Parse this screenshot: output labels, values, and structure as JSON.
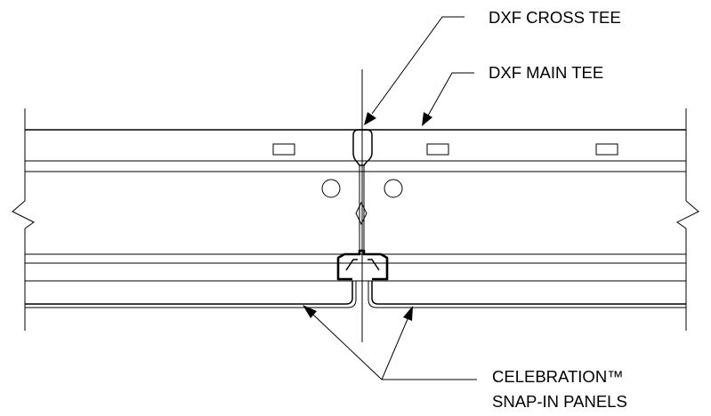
{
  "labels": {
    "cross_tee": "DXF CROSS TEE",
    "main_tee": "DXF MAIN TEE",
    "panels_line1": "CELEBRATION™",
    "panels_line2": "SNAP-IN PANELS"
  },
  "colors": {
    "ink": "#000000",
    "background": "#ffffff"
  }
}
